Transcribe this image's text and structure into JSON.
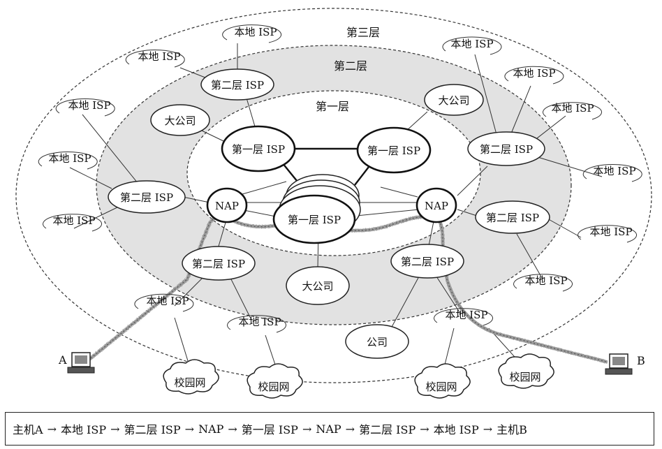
{
  "tiers": {
    "tier3": "第三层",
    "tier2": "第二层",
    "tier1": "第一层"
  },
  "nodes": {
    "local_isp": "本地 ISP",
    "tier2_isp": "第二层 ISP",
    "tier1_isp": "第一层 ISP",
    "nap": "NAP",
    "big_company": "大公司",
    "company": "公司",
    "campus_net": "校园网"
  },
  "hosts": {
    "a": "A",
    "b": "B"
  },
  "path": [
    "主机A",
    "本地 ISP",
    "第二层 ISP",
    "NAP",
    "第一层 ISP",
    "NAP",
    "第二层 ISP",
    "本地 ISP",
    "主机B"
  ],
  "arrow": "→"
}
